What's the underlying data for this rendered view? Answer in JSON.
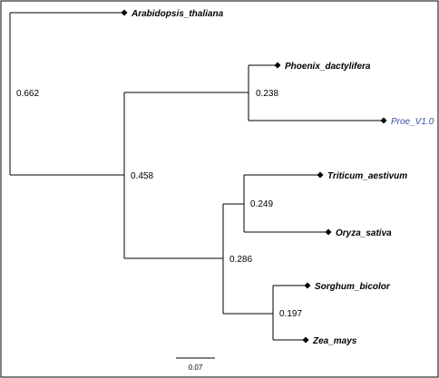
{
  "tree": {
    "taxa": [
      {
        "id": "arabidopsis",
        "label": "Arabidopsis_thaliana",
        "highlight": false
      },
      {
        "id": "phoenix",
        "label": "Phoenix_dactylifera",
        "highlight": false
      },
      {
        "id": "proe",
        "label": "Proe_V1.0",
        "highlight": true
      },
      {
        "id": "triticum",
        "label": "Triticum_aestivum",
        "highlight": false
      },
      {
        "id": "oryza",
        "label": "Oryza_sativa",
        "highlight": false
      },
      {
        "id": "sorghum",
        "label": "Sorghum_bicolor",
        "highlight": false
      },
      {
        "id": "zea",
        "label": "Zea_mays",
        "highlight": false
      }
    ],
    "support_values": {
      "root": "0.662",
      "monocots": "0.458",
      "phoenix_proe": "0.238",
      "poaceae": "0.286",
      "triticum_oryza": "0.249",
      "sorghum_zea": "0.197"
    },
    "scale_bar": {
      "label": "0.07"
    },
    "colors": {
      "branch": "#000000",
      "highlight": "#3a4fa3",
      "border": "#000000"
    }
  }
}
